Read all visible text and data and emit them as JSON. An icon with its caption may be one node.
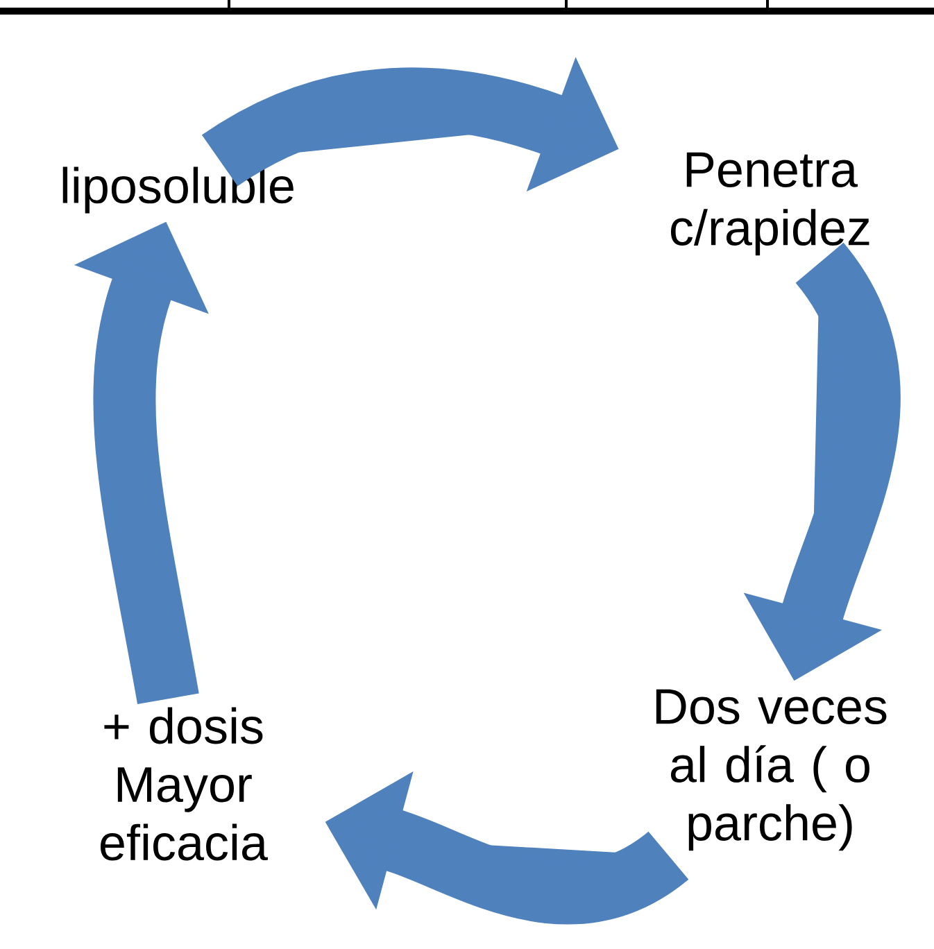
{
  "diagram": {
    "nodes": [
      {
        "text": [
          "liposoluble"
        ]
      },
      {
        "text": [
          "Penetra c/rapidez"
        ]
      },
      {
        "text": [
          "Dos veces al día ( o parche)"
        ]
      },
      {
        "text": [
          "+ dosis Mayor eficacia"
        ]
      }
    ],
    "edges": [
      {
        "from": 0,
        "to": 1,
        "arrow": "to"
      },
      {
        "from": 1,
        "to": 2,
        "arrow": "to"
      },
      {
        "from": 2,
        "to": 3,
        "arrow": "to"
      },
      {
        "from": 3,
        "to": 0,
        "arrow": "to"
      }
    ]
  }
}
